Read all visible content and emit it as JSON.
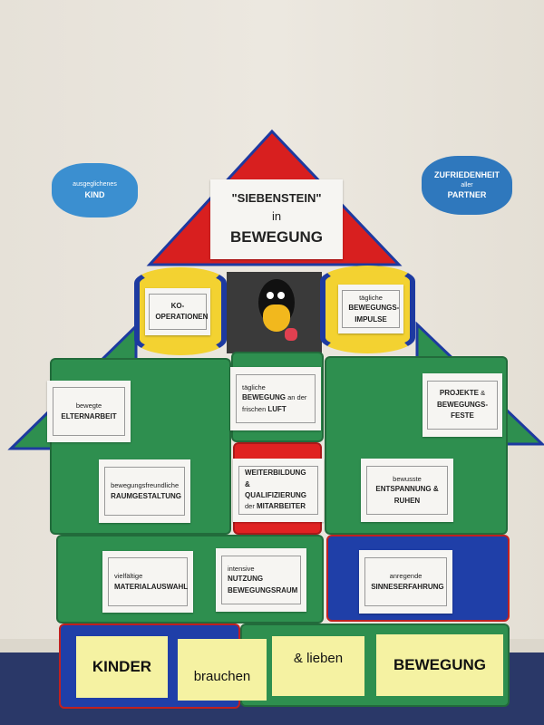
{
  "clouds": {
    "left": {
      "small": "ausgeglichenes",
      "big": "KIND"
    },
    "right": {
      "big1": "ZUFRIEDENHEIT",
      "small": "aller",
      "big2": "PARTNER"
    }
  },
  "roof": {
    "line1": "\"SIEBENSTEIN\"",
    "line2": "in",
    "line3": "BEWEGUNG"
  },
  "cylinders": {
    "left": "KO-\nOPERATIONEN",
    "right_small": "tägliche",
    "right_big": "BEWEGUNGS-\nIMPULSE"
  },
  "cards": {
    "elternarbeit": {
      "small": "bewegte",
      "big": "ELTERNARBEIT"
    },
    "luft": {
      "a": "tägliche",
      "b": "BEWEGUNG",
      "c": "an der",
      "d": "frischen",
      "e": "LUFT"
    },
    "projekte": {
      "big1": "PROJEKTE",
      "amp": "&",
      "big2": "BEWEGUNGS-\nFESTE"
    },
    "raum": {
      "small": "bewegungsfreundliche",
      "big": "RAUMGESTALTUNG"
    },
    "weiter": {
      "b1": "WEITERBILDUNG &",
      "b2": "QUALIFIZIERUNG",
      "s": "der",
      "b3": "MITARBEITER"
    },
    "entspannung": {
      "small": "bewusste",
      "big1": "ENTSPANNUNG  &",
      "big2": "RUHEN"
    },
    "material": {
      "small": "vielfältige",
      "big": "MATERIALAUSWAHL"
    },
    "nutzung": {
      "small": "intensive",
      "big1": "NUTZUNG",
      "big2": "BEWEGUNGSRAUM"
    },
    "sinne": {
      "small": "anregende",
      "big": "SINNESERFAHRUNG"
    }
  },
  "bottom": [
    "KINDER",
    "brauchen",
    "& lieben",
    "BEWEGUNG"
  ]
}
